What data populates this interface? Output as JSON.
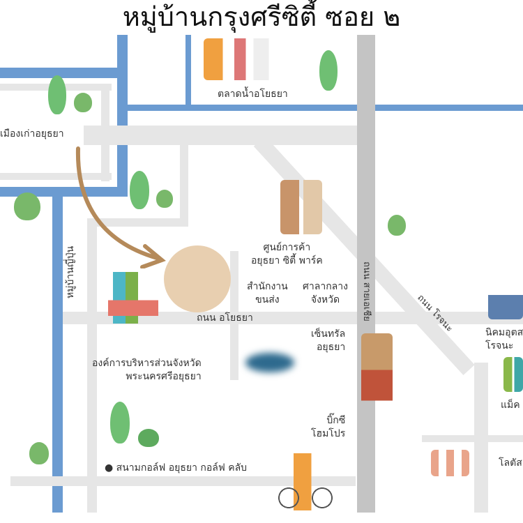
{
  "title": "หมู่บ้านกรุงศรีซิตี้ ซอย ๒",
  "labels": {
    "floating_market": "ตลาดน้ำอโยธยา",
    "old_city": "เมืองเก่าอยุธยา",
    "japanese_village": "หมู่บ้านญี่ปุ่น",
    "city_park_1": "ศูนย์การค้า",
    "city_park_2": "อยุธยา ซิตี้ พาร์ค",
    "transport_1": "สำนักงาน",
    "transport_2": "ขนส่ง",
    "city_hall_1": "ศาลากลาง",
    "city_hall_2": "จังหวัด",
    "ayothaya_road": "ถนน อโยธยา",
    "central_1": "เซ็นทรัล",
    "central_2": "อยุธยา",
    "pao_1": "องค์การบริหารส่วนจังหวัด",
    "pao_2": "พระนครศรีอยุธยา",
    "asia_road": "ถนน สายเอเชีย",
    "rojana_road": "ถนน โรจนะ",
    "rojana_estate_1": "นิคมอุตส",
    "rojana_estate_2": "โรจนะ",
    "makro": "แม็ค",
    "bigc_1": "บิ๊กซี",
    "bigc_2": "โฮมโปร",
    "golf": "สนามกอล์ฟ อยุธยา กอล์ฟ คลับ",
    "lotus": "โลตัส"
  },
  "colors": {
    "water": "#6b9bd1",
    "road": "#e6e6e6",
    "highway": "#c4c4c4",
    "marker": "#e8cfb0",
    "arrow": "#b58a5a"
  }
}
